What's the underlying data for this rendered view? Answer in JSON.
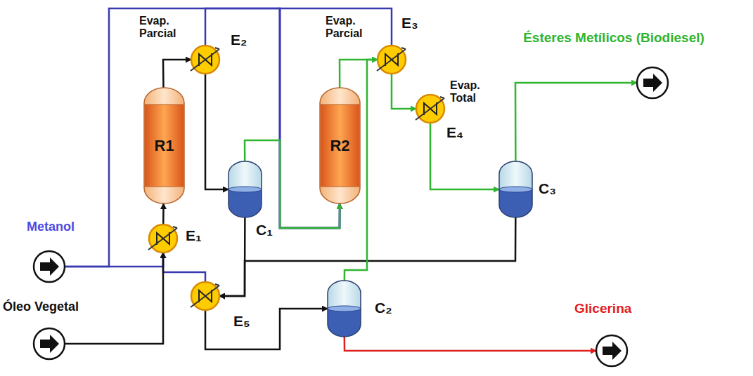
{
  "diagram": {
    "nodes": [
      {
        "text": [
          "Evap. Parcial",
          "E₂"
        ]
      },
      {
        "text": [
          "Evap. Parcial",
          "E₃"
        ]
      },
      {
        "text": [
          "Ésteres Metílicos (Biodiesel)"
        ]
      },
      {
        "text": [
          "Evap. Total",
          "E₄"
        ]
      },
      {
        "text": [
          "R1"
        ]
      },
      {
        "text": [
          "R2"
        ]
      },
      {
        "text": [
          "C₁"
        ]
      },
      {
        "text": [
          "C₃"
        ]
      },
      {
        "text": [
          "Metanol"
        ]
      },
      {
        "text": [
          "E₁"
        ]
      },
      {
        "text": [
          "Óleo Vegetal"
        ]
      },
      {
        "text": [
          "E₅"
        ]
      },
      {
        "text": [
          "C₂"
        ]
      },
      {
        "text": [
          "Glicerina"
        ]
      }
    ],
    "edges": [
      {
        "from": 8,
        "to": 5,
        "arrow": "to"
      },
      {
        "from": 0,
        "to": 5,
        "arrow": "to"
      },
      {
        "from": 1,
        "to": 5,
        "arrow": "to"
      },
      {
        "from": 8,
        "to": 9,
        "arrow": "to"
      },
      {
        "from": 11,
        "to": 9,
        "arrow": "to"
      },
      {
        "from": 10,
        "to": 9,
        "arrow": "to"
      },
      {
        "from": 9,
        "to": 4,
        "arrow": "to"
      },
      {
        "from": 4,
        "to": 0,
        "arrow": "to"
      },
      {
        "from": 0,
        "to": 6,
        "arrow": "to"
      },
      {
        "from": 6,
        "to": 5,
        "arrow": "to"
      },
      {
        "from": 5,
        "to": 1,
        "arrow": "to"
      },
      {
        "from": 1,
        "to": 3,
        "arrow": "to"
      },
      {
        "from": 3,
        "to": 7,
        "arrow": "to"
      },
      {
        "from": 7,
        "to": 2,
        "arrow": "to"
      },
      {
        "from": 6,
        "to": 11,
        "arrow": "to"
      },
      {
        "from": 7,
        "to": 11,
        "arrow": "to"
      },
      {
        "from": 11,
        "to": 12,
        "arrow": "to"
      },
      {
        "from": 12,
        "to": 13,
        "arrow": "to"
      },
      {
        "from": 12,
        "to": 1,
        "arrow": "to"
      }
    ]
  }
}
